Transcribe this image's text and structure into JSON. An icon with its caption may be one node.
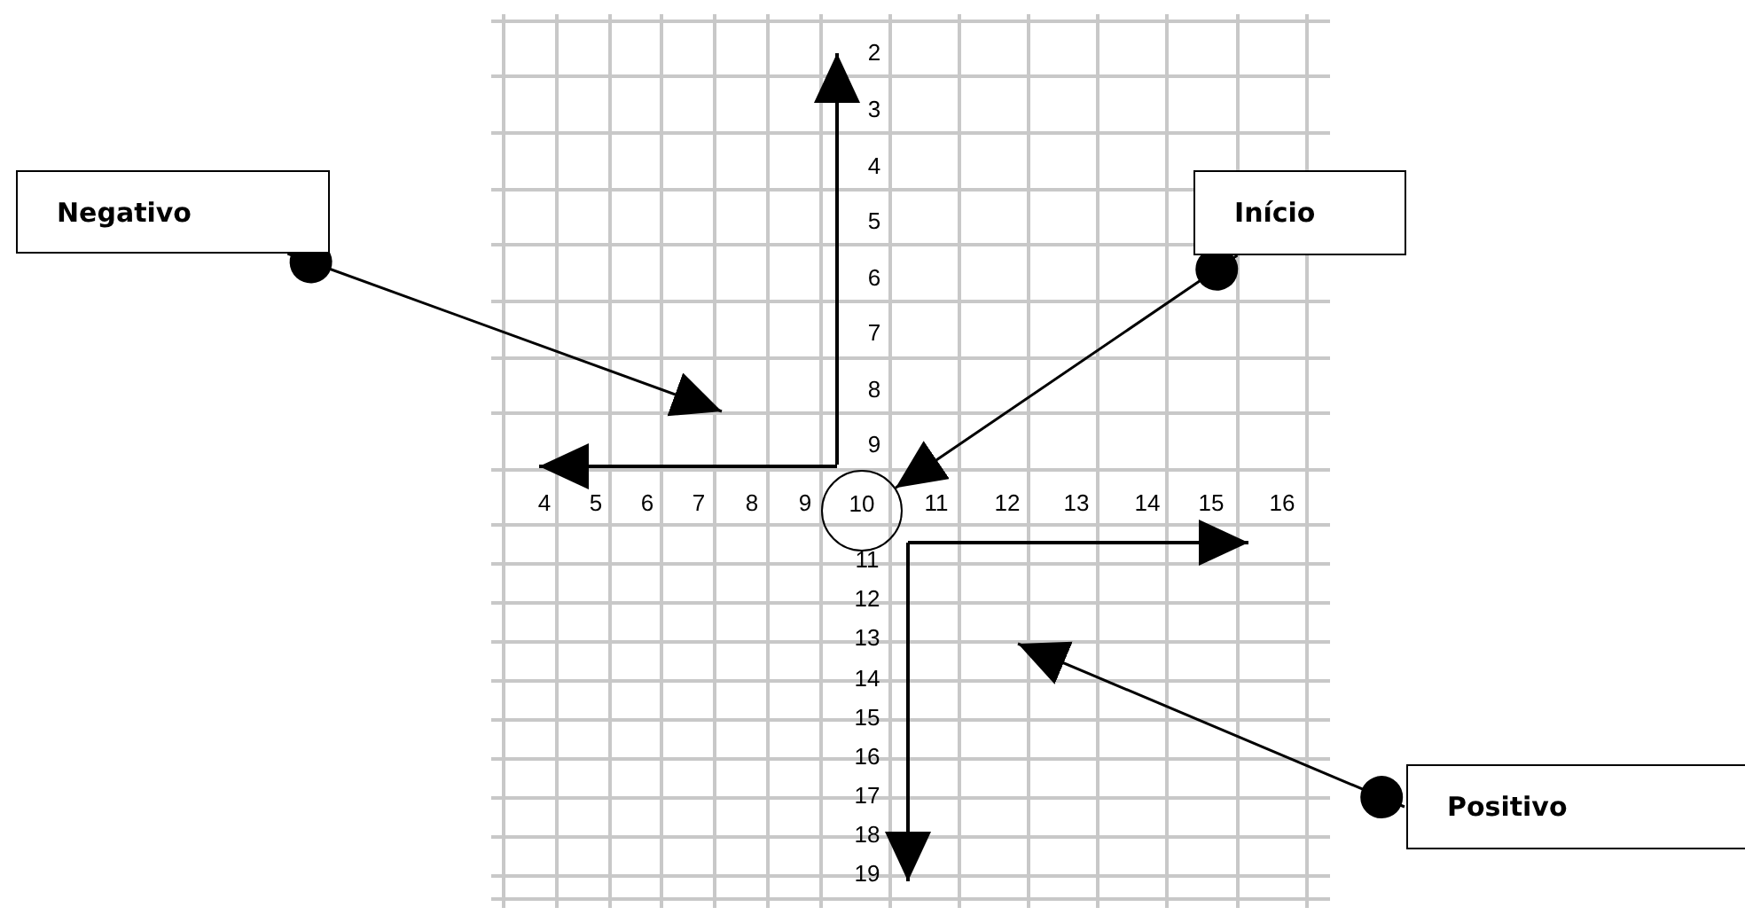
{
  "diagram": {
    "nodes": [
      {
        "text": [
          "Negativo"
        ]
      },
      {
        "text": [
          "Início"
        ]
      },
      {
        "text": [
          "10"
        ]
      },
      {
        "text": [
          "Positivo"
        ]
      }
    ],
    "edges": [
      {
        "from": 0,
        "to": null,
        "arrow": "to"
      },
      {
        "from": 1,
        "to": 2,
        "arrow": "to"
      },
      {
        "from": 3,
        "to": null,
        "arrow": "to"
      }
    ],
    "labels": [
      "2",
      "3",
      "4",
      "5",
      "6",
      "7",
      "8",
      "9",
      "4",
      "5",
      "6",
      "7",
      "8",
      "9",
      "11",
      "12",
      "13",
      "14",
      "15",
      "16",
      "11",
      "12",
      "13",
      "14",
      "15",
      "16",
      "17",
      "18",
      "19"
    ]
  }
}
